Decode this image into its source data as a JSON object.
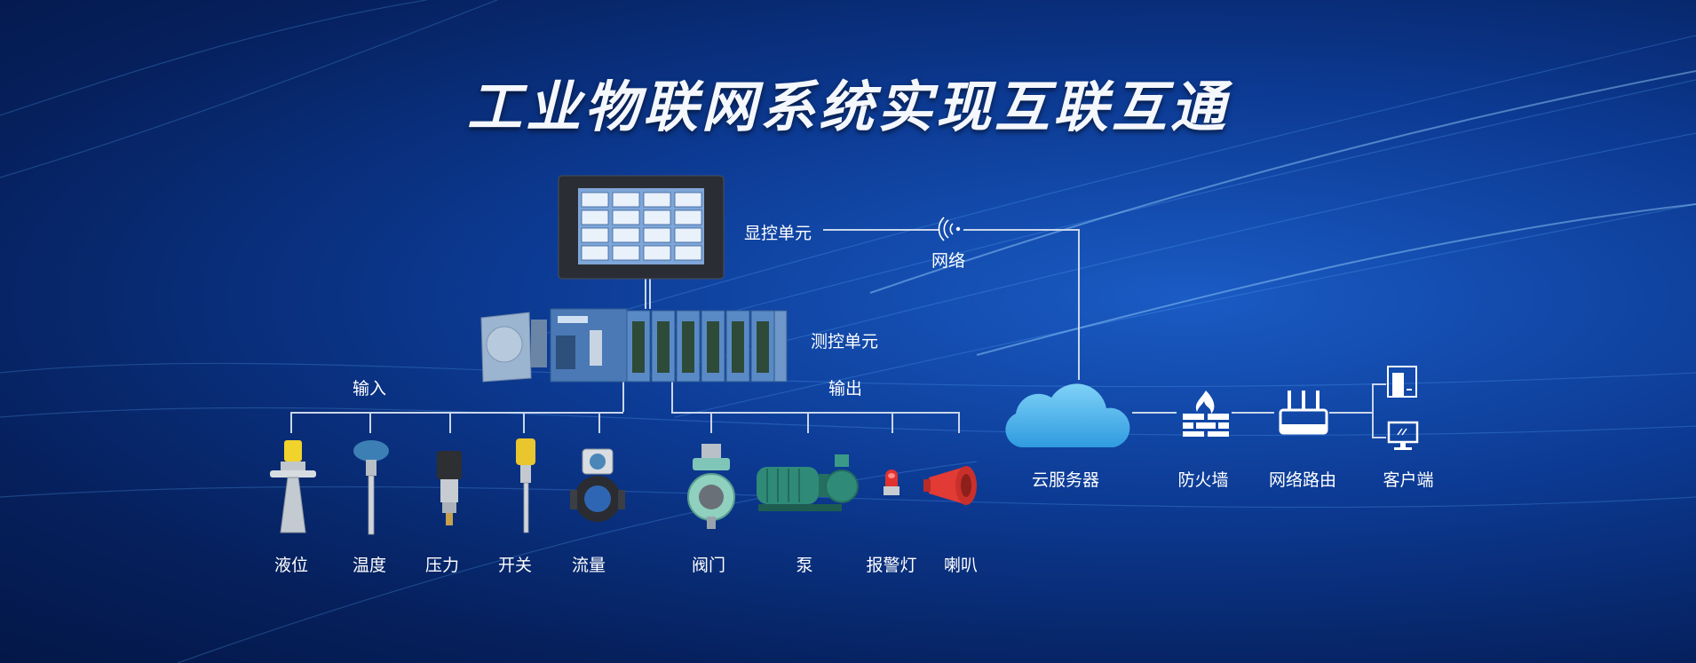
{
  "title": "工业物联网系统实现互联互通",
  "display_unit": "显控单元",
  "network": "网络",
  "measure_unit": "测控单元",
  "input_label": "输入",
  "output_label": "输出",
  "inputs": [
    "液位",
    "温度",
    "压力",
    "开关",
    "流量"
  ],
  "outputs": [
    "阀门",
    "泵",
    "报警灯",
    "喇叭"
  ],
  "cloud": "云服务器",
  "firewall": "防火墙",
  "router": "网络路由",
  "client": "客户端",
  "colors": {
    "accent": "#4fb6f0",
    "line": "#c9d6ea",
    "background": "#0c3a93"
  }
}
